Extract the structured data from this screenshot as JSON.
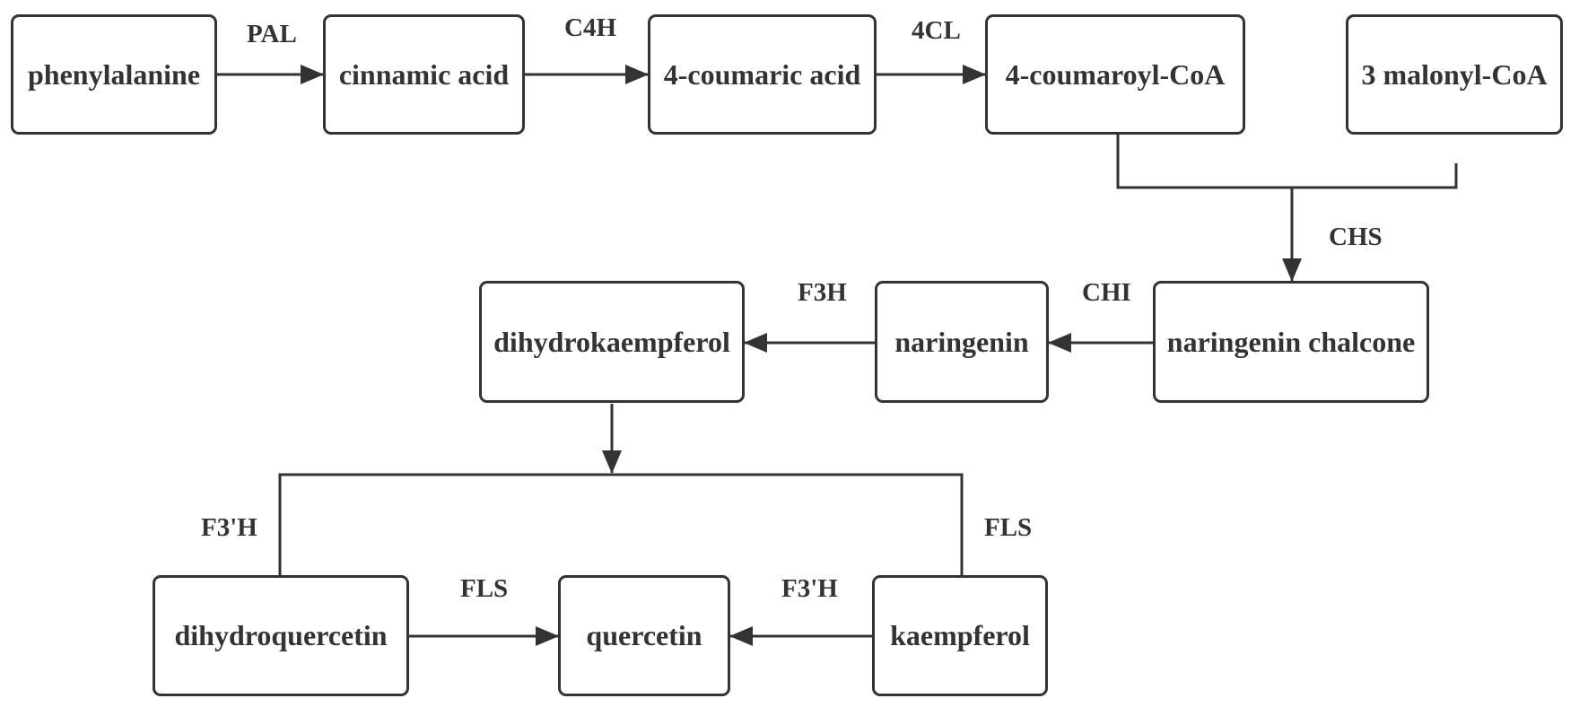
{
  "diagram": {
    "colors": {
      "stroke": "#333333",
      "text": "#333333",
      "background": "#ffffff"
    },
    "nodes": {
      "phenylalanine": "phenylalanine",
      "cinnamic_acid": "cinnamic acid",
      "coumaric_acid": "4-coumaric acid",
      "coumaroyl_coa": "4-coumaroyl-CoA",
      "malonyl_coa": "3 malonyl-CoA",
      "naringenin_chalcone": "naringenin chalcone",
      "naringenin": "naringenin",
      "dihydrokaempferol": "dihydrokaempferol",
      "dihydroquercetin": "dihydroquercetin",
      "quercetin": "quercetin",
      "kaempferol": "kaempferol"
    },
    "enzymes": {
      "pal": "PAL",
      "c4h": "C4H",
      "cl4": "4CL",
      "chs": "CHS",
      "chi": "CHI",
      "f3h": "F3H",
      "f3h_prime_left": "F3'H",
      "fls_right": "FLS",
      "fls_bottom": "FLS",
      "f3h_prime_bottom": "F3'H"
    },
    "edges": [
      {
        "from": "phenylalanine",
        "to": "cinnamic_acid",
        "enzyme": "pal"
      },
      {
        "from": "cinnamic_acid",
        "to": "coumaric_acid",
        "enzyme": "c4h"
      },
      {
        "from": "coumaric_acid",
        "to": "coumaroyl_coa",
        "enzyme": "cl4"
      },
      {
        "from": "coumaroyl_coa",
        "to": "naringenin_chalcone",
        "enzyme": "chs"
      },
      {
        "from": "malonyl_coa",
        "to": "naringenin_chalcone",
        "enzyme": "chs"
      },
      {
        "from": "naringenin_chalcone",
        "to": "naringenin",
        "enzyme": "chi"
      },
      {
        "from": "naringenin",
        "to": "dihydrokaempferol",
        "enzyme": "f3h"
      },
      {
        "from": "dihydrokaempferol",
        "to": "dihydroquercetin",
        "enzyme": "f3h_prime_left"
      },
      {
        "from": "dihydrokaempferol",
        "to": "kaempferol",
        "enzyme": "fls_right"
      },
      {
        "from": "dihydroquercetin",
        "to": "quercetin",
        "enzyme": "fls_bottom"
      },
      {
        "from": "kaempferol",
        "to": "quercetin",
        "enzyme": "f3h_prime_bottom"
      }
    ]
  }
}
